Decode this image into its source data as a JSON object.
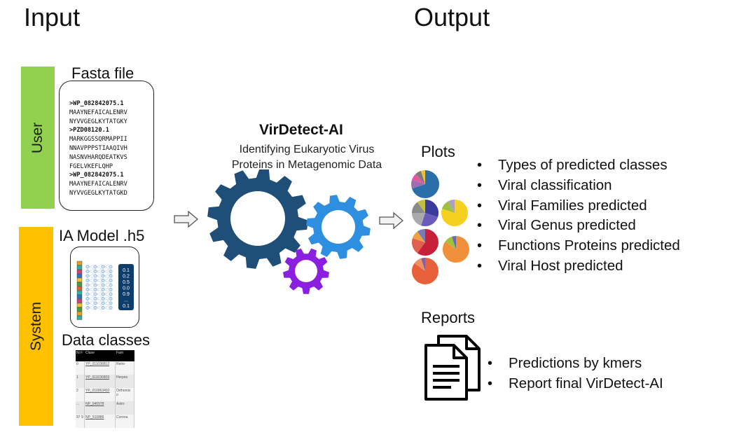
{
  "headings": {
    "input": "Input",
    "output": "Output"
  },
  "sidebar": {
    "user": "User",
    "system": "System"
  },
  "fasta": {
    "title": "Fasta file",
    "lines": [
      {
        "text": ">WP_082842075.1",
        "header": true
      },
      {
        "text": "MAAYNEFAICALENRV",
        "header": false
      },
      {
        "text": "NYVVGEGLKYTATGKY",
        "header": false
      },
      {
        "text": ">PZD08120.1",
        "header": true
      },
      {
        "text": "MARKGGSSQRMAPPII",
        "header": false
      },
      {
        "text": "NNAVPPPSTIAAQIVH",
        "header": false
      },
      {
        "text": "NASNVHARQDEATKVS",
        "header": false
      },
      {
        "text": "FGELVKEFLQHP",
        "header": false
      },
      {
        "text": ">WP_082842075.1",
        "header": true
      },
      {
        "text": "MAAYNEFAICALENRV",
        "header": false
      },
      {
        "text": "NYVVGEGLKYTATGKD",
        "header": false
      }
    ]
  },
  "model": {
    "title": "IA Model .h5",
    "outputs": [
      "0.1",
      "0.2",
      "0.5",
      "0.0",
      "0.9",
      "...",
      "0.1"
    ]
  },
  "data_classes": {
    "title": "Data classes",
    "columns": [
      "Ni F",
      "Clase",
      "Fam"
    ],
    "rows": [
      [
        "0",
        "YP_011036812",
        "Retro"
      ],
      [
        "1",
        "YP_011036809",
        "Herpes"
      ],
      [
        "2",
        "YP_010963492",
        "Orthomix o"
      ],
      [
        "...",
        "NP_040978",
        "Astro"
      ],
      [
        "97 9",
        "NP_510886",
        "Corona"
      ]
    ]
  },
  "center": {
    "title": "VirDetect-AI",
    "subtitle_line1": "Identifying Eukaryotic Virus",
    "subtitle_line2": "Proteins in Metagenomic Data"
  },
  "plots": {
    "title": "Plots",
    "items": [
      "Types of predicted classes",
      "Viral classification",
      "Viral Families predicted",
      "Viral Genus predicted",
      "Functions Proteins predicted",
      "Viral Host predicted"
    ]
  },
  "reports": {
    "title": "Reports",
    "items": [
      "Predictions by kmers",
      "Report final VirDetect-AI"
    ]
  },
  "colors": {
    "user_bar": "#92d050",
    "system_bar": "#ffc000",
    "gear_large": "#1f4e79",
    "gear_medium": "#2e8fe0",
    "gear_small": "#8b1fe0"
  }
}
